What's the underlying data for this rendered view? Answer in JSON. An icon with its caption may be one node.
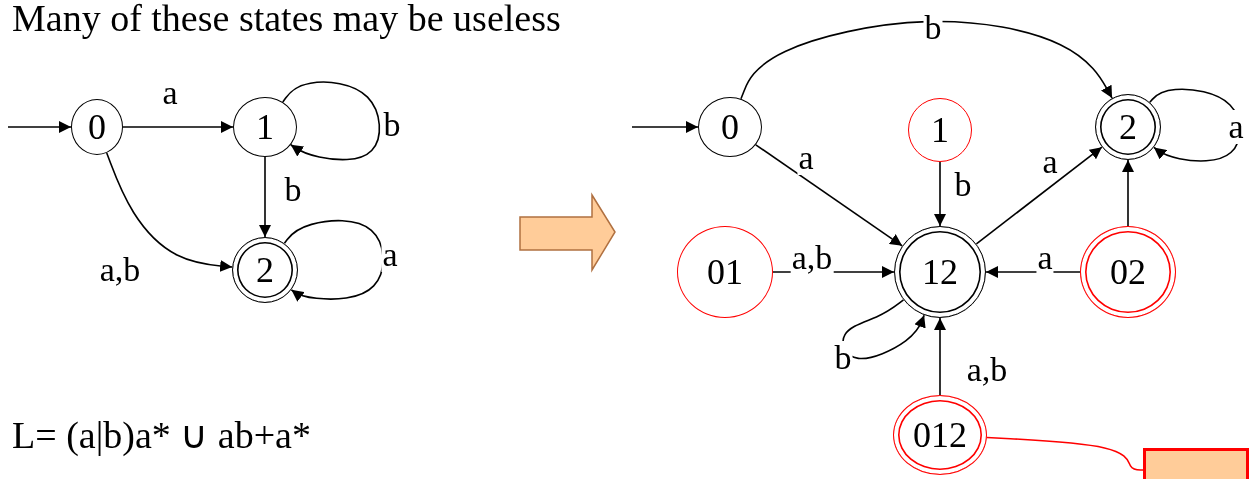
{
  "diagram": {
    "title": "Many of these states may be useless",
    "nodes": [
      {
        "text": [
          "0"
        ]
      },
      {
        "text": [
          "1"
        ]
      },
      {
        "text": [
          "2"
        ]
      },
      {
        "text": [
          "0"
        ]
      },
      {
        "text": [
          "1"
        ]
      },
      {
        "text": [
          "2"
        ]
      },
      {
        "text": [
          "01"
        ]
      },
      {
        "text": [
          "12"
        ]
      },
      {
        "text": [
          "02"
        ]
      },
      {
        "text": [
          "012"
        ]
      },
      {
        "text": [],
        "shape": "box"
      }
    ],
    "edges": [
      {
        "from": null,
        "to": 0,
        "arrow": "to"
      },
      {
        "from": 0,
        "to": 1,
        "arrow": "to",
        "label": "a"
      },
      {
        "from": 1,
        "to": 1,
        "arrow": "to",
        "label": "b"
      },
      {
        "from": 1,
        "to": 2,
        "arrow": "to",
        "label": "b"
      },
      {
        "from": 0,
        "to": 2,
        "arrow": "to",
        "label": "a,b"
      },
      {
        "from": 2,
        "to": 2,
        "arrow": "to",
        "label": "a"
      },
      {
        "from": null,
        "to": 3,
        "arrow": "to"
      },
      {
        "from": 3,
        "to": 5,
        "arrow": "to",
        "label": "b"
      },
      {
        "from": 3,
        "to": 7,
        "arrow": "to",
        "label": "a"
      },
      {
        "from": 4,
        "to": 7,
        "arrow": "to",
        "label": "b"
      },
      {
        "from": 7,
        "to": 5,
        "arrow": "to",
        "label": "a"
      },
      {
        "from": 5,
        "to": 5,
        "arrow": "to",
        "label": "a"
      },
      {
        "from": 8,
        "to": 5,
        "arrow": "to"
      },
      {
        "from": 6,
        "to": 7,
        "arrow": "to",
        "label": "a,b"
      },
      {
        "from": 8,
        "to": 7,
        "arrow": "to",
        "label": "a"
      },
      {
        "from": 7,
        "to": 7,
        "arrow": "to",
        "label": "b"
      },
      {
        "from": 9,
        "to": 7,
        "arrow": "to",
        "label": "a,b"
      },
      {
        "from": 10,
        "to": 9,
        "arrow": "none",
        "color": "#ff0000"
      }
    ],
    "labels": [
      "L= (a|b)a* ∪ ab+a*"
    ]
  }
}
